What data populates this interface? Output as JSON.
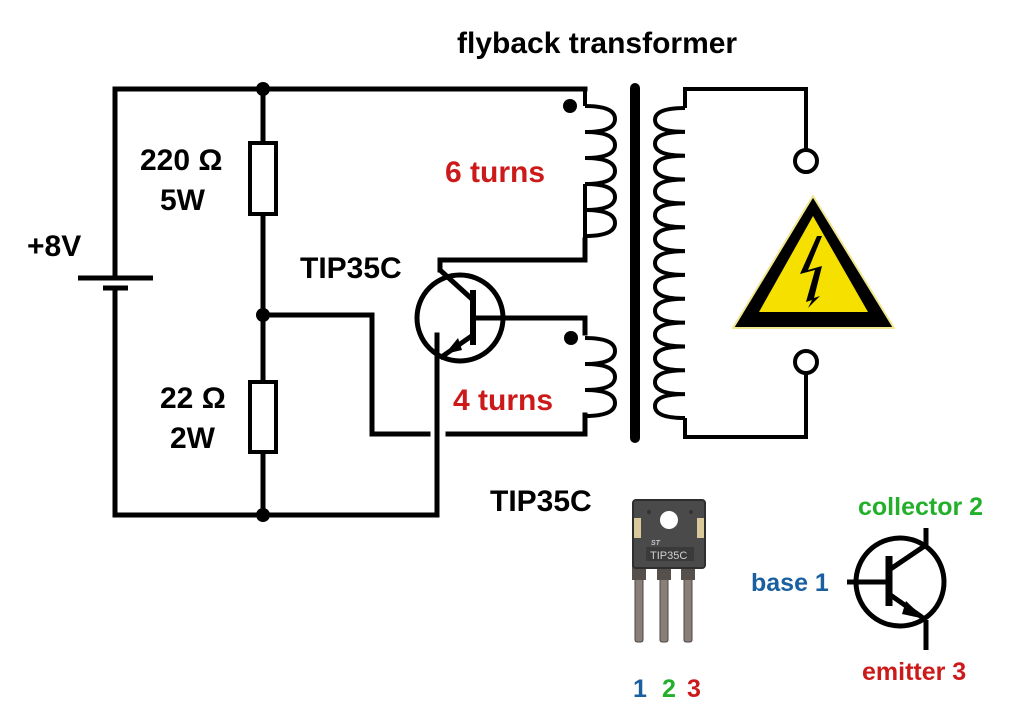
{
  "title": "flyback transformer",
  "battery": {
    "label": "+8V"
  },
  "resistors": [
    {
      "value": "220 Ω",
      "power": "5W"
    },
    {
      "value": "22 Ω",
      "power": "2W"
    }
  ],
  "transistor": {
    "label": "TIP35C"
  },
  "windings": {
    "primary": {
      "label": "6 turns",
      "turns": 6
    },
    "feedback": {
      "label": "4 turns",
      "turns": 4
    },
    "secondary": {
      "turns": 13
    }
  },
  "warning": {
    "icon": "high-voltage-warning-icon"
  },
  "package": {
    "label": "TIP35C",
    "marking": "TIP35C",
    "brand": "ST",
    "pins": [
      {
        "num": "1",
        "color": "#1a5fa0"
      },
      {
        "num": "2",
        "color": "#22b02a"
      },
      {
        "num": "3",
        "color": "#cc1a1a"
      }
    ]
  },
  "pinout": {
    "collector": {
      "label": "collector 2",
      "color": "#22b02a"
    },
    "base": {
      "label": "base 1",
      "color": "#1a5fa0"
    },
    "emitter": {
      "label": "emitter 3",
      "color": "#cc1a1a"
    }
  },
  "colors": {
    "turns": "#cc1a1a",
    "warning_yellow": "#f5e000"
  }
}
